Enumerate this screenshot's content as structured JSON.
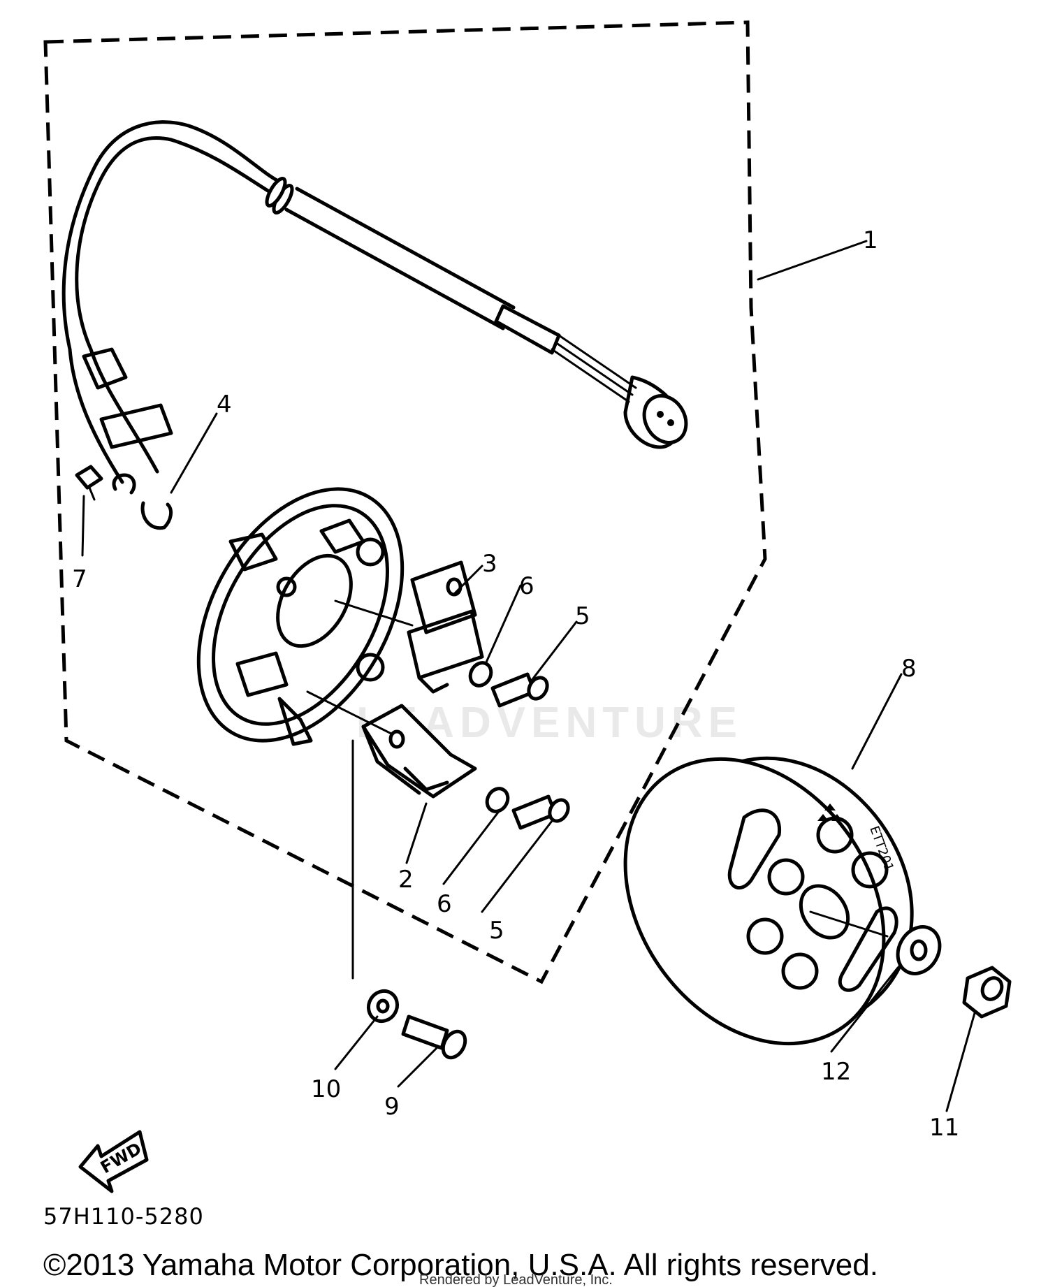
{
  "diagram": {
    "reference_code": "57H110-5280",
    "copyright": "©2013 Yamaha Motor Corporation, U.S.A. All rights reserved.",
    "render_note": "Rendered by LeadVenture, Inc.",
    "watermark": "LEADVENTURE",
    "direction_label": "FWD",
    "callouts": [
      "1",
      "2",
      "3",
      "4",
      "5",
      "5",
      "6",
      "6",
      "7",
      "8",
      "9",
      "10",
      "11",
      "12"
    ]
  }
}
